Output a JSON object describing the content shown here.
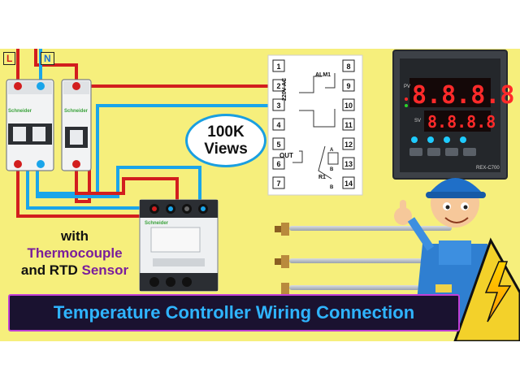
{
  "phase_labels": {
    "line": "L",
    "neutral": "N"
  },
  "views": {
    "count": "100K",
    "label": "Views"
  },
  "sensor_text": {
    "line1": "with",
    "line2": "Thermocouple",
    "line3a": "and RTD",
    "line3b": "Sensor"
  },
  "title": "Temperature Controller Wiring Connection",
  "terminal_block": {
    "left": [
      "1",
      "2",
      "3",
      "4",
      "5",
      "6",
      "7"
    ],
    "right": [
      "8",
      "9",
      "10",
      "11",
      "12",
      "13",
      "14"
    ],
    "supply_label": "220V AC",
    "alarm_label": "ALM1",
    "output_label": "OUT",
    "sensor_label": "R1",
    "sensor_polarity": [
      "A",
      "B",
      "B"
    ]
  },
  "controller": {
    "pv_label": "PV",
    "sv_label": "SV",
    "pv_display": "8.8.8.8",
    "sv_display": "8.8.8.8",
    "model": "REX-C700"
  },
  "device_brand": "Schneider",
  "colors": {
    "background": "#f6ef7c",
    "live_wire": "#d21e1e",
    "neutral_wire": "#1aa5ea",
    "banner_text": "#2fb4ff",
    "banner_border": "#c13fd6",
    "display_red": "#ff2a2a"
  },
  "icons": [
    "cartoon-electrician-icon",
    "high-voltage-warning-icon",
    "thermocouple-probe-icon"
  ]
}
